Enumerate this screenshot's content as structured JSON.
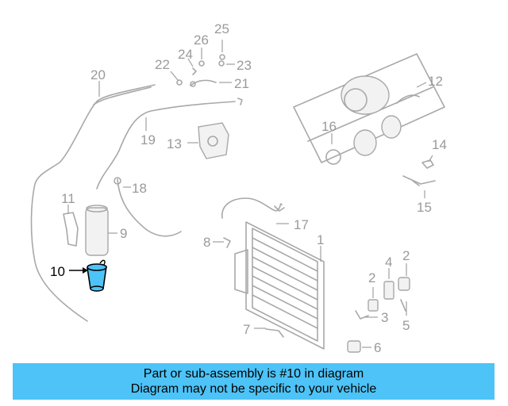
{
  "callouts": {
    "c1": "1",
    "c2a": "2",
    "c2b": "2",
    "c3": "3",
    "c4": "4",
    "c5": "5",
    "c6": "6",
    "c7": "7",
    "c8": "8",
    "c9": "9",
    "c10": "10",
    "c11": "11",
    "c12": "12",
    "c13": "13",
    "c14": "14",
    "c15": "15",
    "c16": "16",
    "c17": "17",
    "c18": "18",
    "c19": "19",
    "c20": "20",
    "c21": "21",
    "c22": "22",
    "c23": "23",
    "c24": "24",
    "c25": "25",
    "c26": "26"
  },
  "highlight": {
    "part_number": "10",
    "color": "#4dc3f7"
  },
  "banner": {
    "line1": "Part or sub-assembly is #10 in diagram",
    "line2": "Diagram may not be specific to your vehicle",
    "background": "#4dc3f7"
  }
}
